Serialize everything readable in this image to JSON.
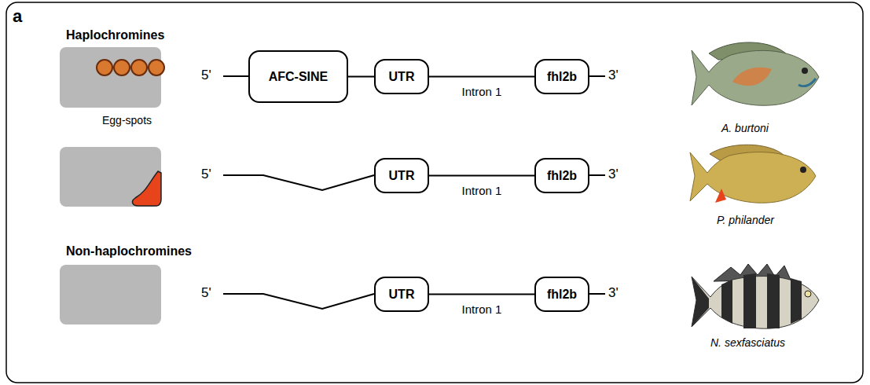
{
  "diagram": {
    "nodes": [
      {
        "text": [
          "AFC-SINE"
        ]
      },
      {
        "text": [
          "UTR"
        ]
      },
      {
        "text": [
          "fhl2b"
        ]
      },
      {
        "text": [
          "UTR"
        ]
      },
      {
        "text": [
          "fhl2b"
        ]
      },
      {
        "text": [
          "UTR"
        ]
      },
      {
        "text": [
          "fhl2b"
        ]
      }
    ],
    "edges": [
      {
        "from": 0,
        "to": 1,
        "arrow": "none"
      },
      {
        "from": 1,
        "to": 2,
        "label": "Intron 1",
        "arrow": "none"
      },
      {
        "from": 3,
        "to": 4,
        "label": "Intron 1",
        "arrow": "none"
      },
      {
        "from": 5,
        "to": 6,
        "label": "Intron 1",
        "arrow": "none"
      }
    ],
    "labels": [
      "a",
      "Haplochromines",
      "Egg-spots",
      "5'",
      "3'",
      "A. burtoni",
      "5'",
      "3'",
      "P. philander",
      "Non-haplochromines",
      "5'",
      "3'",
      "N. sexfasciatus"
    ]
  }
}
